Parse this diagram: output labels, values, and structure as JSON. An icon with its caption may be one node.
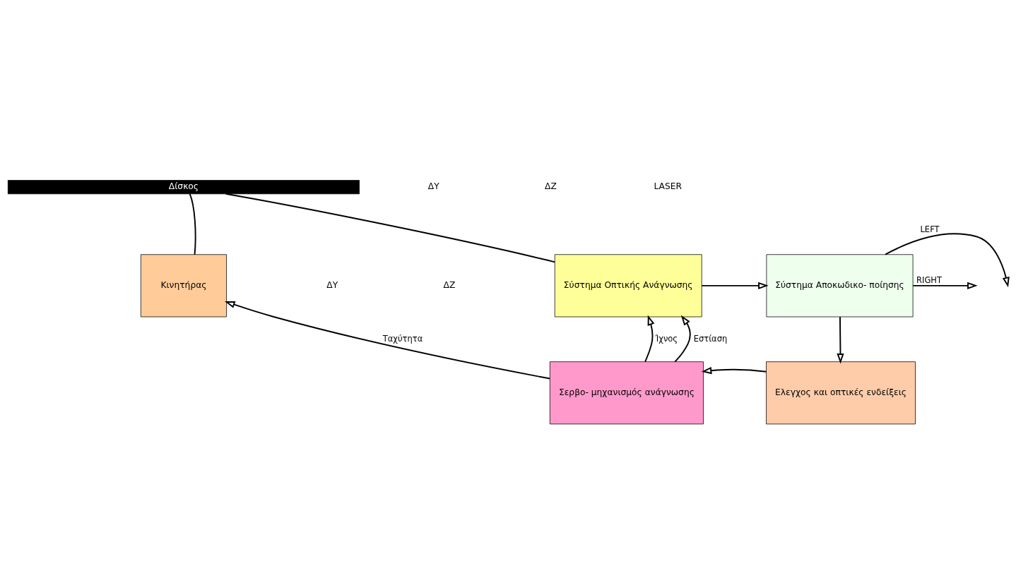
{
  "diagram": {
    "nodes": [
      {
        "text": [
          "Δίσκος"
        ]
      },
      {
        "text": [
          "Κινητήρας"
        ]
      },
      {
        "text": [
          "Σύστημα Οπτικής Ανάγνωσης"
        ]
      },
      {
        "text": [
          "Σύστημα Αποκωδικο- ποίησης"
        ]
      },
      {
        "text": [
          "Ελεγχος και οπτικές ενδείξεις"
        ]
      },
      {
        "text": [
          "Σερβο- μηχανισμός ανάγνωσης"
        ]
      }
    ],
    "edges": [
      {
        "from": 1,
        "to": 0,
        "arrow": "none"
      },
      {
        "from": 2,
        "to": 0,
        "arrow": "none"
      },
      {
        "from": 2,
        "to": 3,
        "arrow": "to"
      },
      {
        "from": 3,
        "to": null,
        "arrow": "to",
        "label": "LEFT"
      },
      {
        "from": 3,
        "to": null,
        "arrow": "to",
        "label": "RIGHT"
      },
      {
        "from": 3,
        "to": 4,
        "arrow": "to"
      },
      {
        "from": 4,
        "to": 5,
        "arrow": "to"
      },
      {
        "from": 5,
        "to": 2,
        "arrow": "to",
        "label": "Ίχνος"
      },
      {
        "from": 5,
        "to": 2,
        "arrow": "to",
        "label": "Εστίαση"
      },
      {
        "from": 5,
        "to": 1,
        "arrow": "to",
        "label": "Ταχύτητα"
      }
    ],
    "labels": [
      "ΔY",
      "ΔZ",
      "LASER",
      "ΔY",
      "ΔZ"
    ]
  }
}
